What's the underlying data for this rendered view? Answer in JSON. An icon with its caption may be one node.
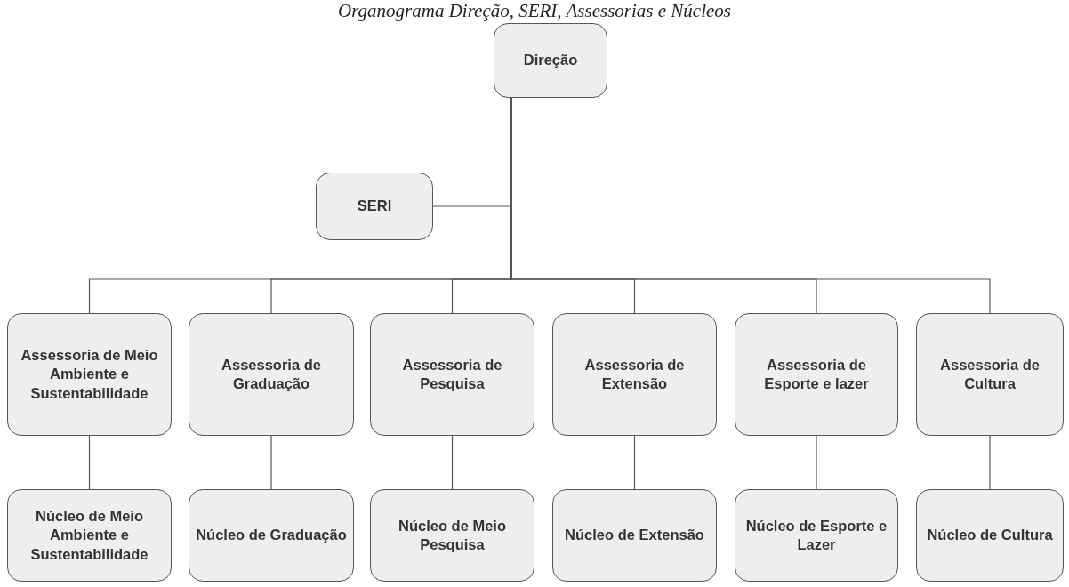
{
  "diagram": {
    "title": "Organograma Direção, SERI, Assessorias e Núcleos",
    "nodes": [
      {
        "text": [
          "Direção"
        ]
      },
      {
        "text": [
          "SERI"
        ]
      },
      {
        "text": [
          "Assessoria de Meio Ambiente e Sustentabilidade"
        ]
      },
      {
        "text": [
          "Assessoria de Graduação"
        ]
      },
      {
        "text": [
          "Assessoria de Pesquisa"
        ]
      },
      {
        "text": [
          "Assessoria de Extensão"
        ]
      },
      {
        "text": [
          "Assessoria de Esporte e lazer"
        ]
      },
      {
        "text": [
          "Assessoria de Cultura"
        ]
      },
      {
        "text": [
          "Núcleo de Meio Ambiente e Sustentabilidade"
        ]
      },
      {
        "text": [
          "Núcleo de Graduação"
        ]
      },
      {
        "text": [
          "Núcleo de Meio Pesquisa"
        ]
      },
      {
        "text": [
          "Núcleo de Extensão"
        ]
      },
      {
        "text": [
          "Núcleo de Esporte e Lazer"
        ]
      },
      {
        "text": [
          "Núcleo de Cultura"
        ]
      }
    ],
    "edges": [
      {
        "from": 0,
        "to": 1,
        "arrow": "none"
      },
      {
        "from": 0,
        "to": 2,
        "arrow": "none"
      },
      {
        "from": 0,
        "to": 3,
        "arrow": "none"
      },
      {
        "from": 0,
        "to": 4,
        "arrow": "none"
      },
      {
        "from": 0,
        "to": 5,
        "arrow": "none"
      },
      {
        "from": 0,
        "to": 6,
        "arrow": "none"
      },
      {
        "from": 0,
        "to": 7,
        "arrow": "none"
      },
      {
        "from": 2,
        "to": 8,
        "arrow": "none"
      },
      {
        "from": 3,
        "to": 9,
        "arrow": "none"
      },
      {
        "from": 4,
        "to": 10,
        "arrow": "none"
      },
      {
        "from": 5,
        "to": 11,
        "arrow": "none"
      },
      {
        "from": 6,
        "to": 12,
        "arrow": "none"
      },
      {
        "from": 7,
        "to": 13,
        "arrow": "none"
      }
    ]
  }
}
